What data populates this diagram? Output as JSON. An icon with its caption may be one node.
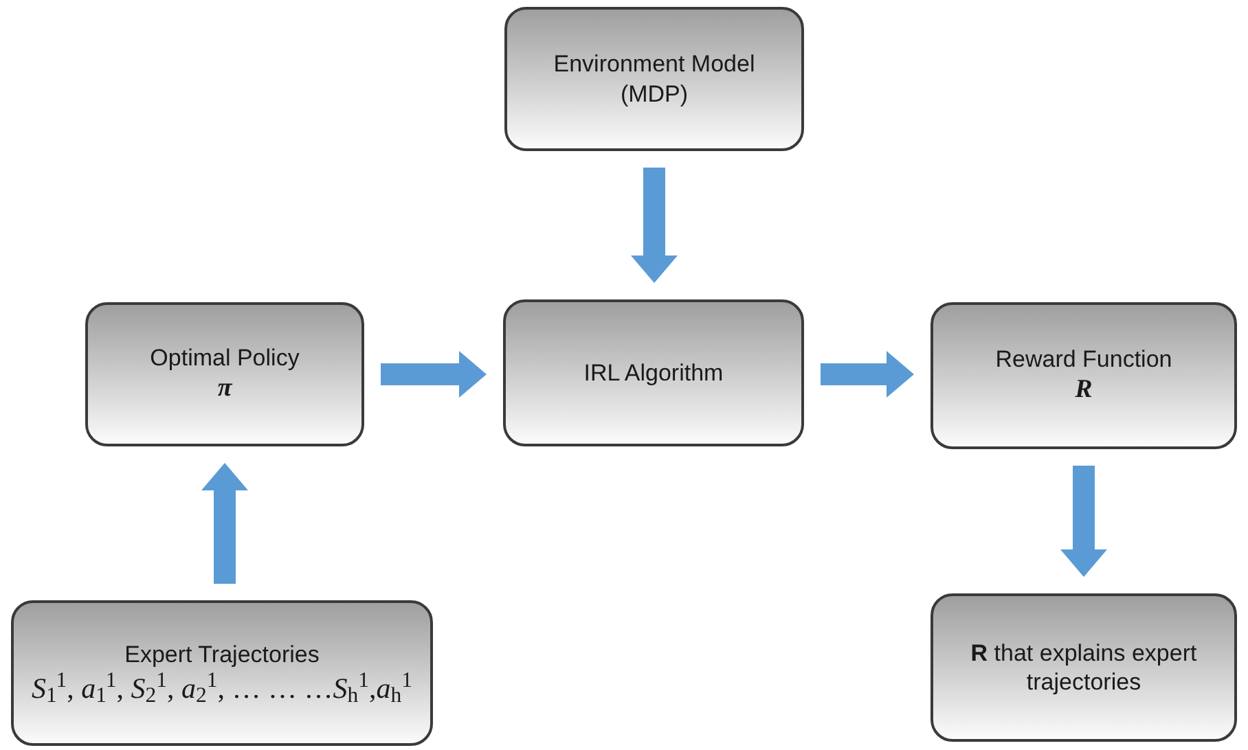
{
  "diagram": {
    "nodes": [
      {
        "text": [
          "Environment Model (MDP)"
        ]
      },
      {
        "text": [
          "Optimal Policy",
          "π"
        ]
      },
      {
        "text": [
          "IRL Algorithm"
        ]
      },
      {
        "text": [
          "Reward Function",
          "R"
        ]
      },
      {
        "text": [
          "Expert Trajectories",
          "*S*$_{1}$$^{1}$, *a*$_{1}$$^{1}$,  *S*$_{2}$$^{1}$, *a*$_{2}$$^{1}$,  … … …*S*$_{h}$$^{1}$,*a*$_{h}$$^{1}$"
        ]
      },
      {
        "text": [
          "**R** that explains expert trajectories"
        ]
      }
    ],
    "edges": [
      {
        "from": 0,
        "to": 2,
        "arrow": "to"
      },
      {
        "from": 1,
        "to": 2,
        "arrow": "to"
      },
      {
        "from": 2,
        "to": 3,
        "arrow": "to"
      },
      {
        "from": 4,
        "to": 1,
        "arrow": "to"
      },
      {
        "from": 3,
        "to": 5,
        "arrow": "to"
      }
    ]
  }
}
